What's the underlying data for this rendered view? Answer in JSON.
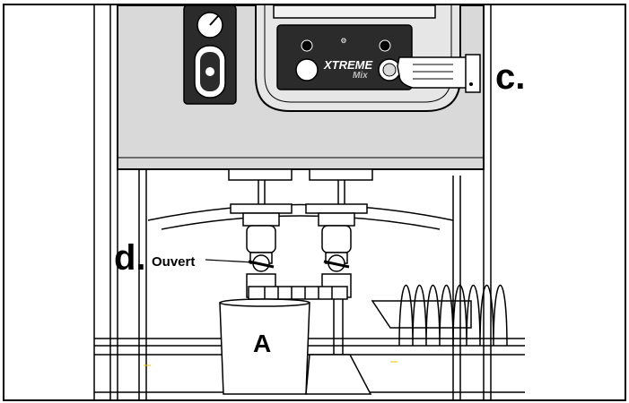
{
  "callouts": {
    "c": "c.",
    "d": "d.",
    "d_state": "Ouvert",
    "a": "A"
  },
  "panel": {
    "brand_top": "XTREME",
    "brand_bottom": "Mix"
  },
  "colors": {
    "ink": "#000000",
    "panel_dark": "#2b2b2b",
    "housing_gray": "#d9d9d9",
    "panel_gray": "#bdbdbd",
    "accent": "#f2c400"
  }
}
